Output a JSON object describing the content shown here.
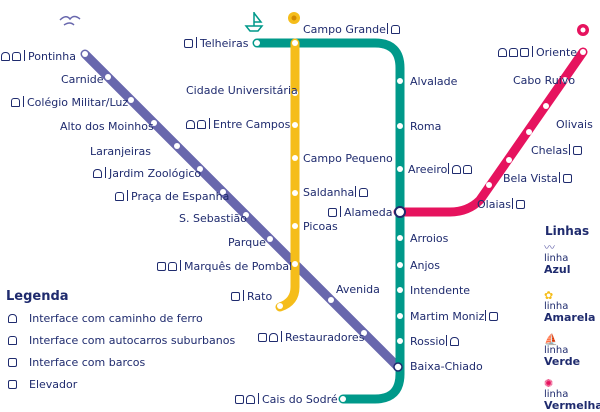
{
  "colors": {
    "blue": "#6867ad",
    "yellow": "#f5bd1a",
    "green": "#00998a",
    "red": "#e6135e",
    "text": "#1f2b6e"
  },
  "stations": {
    "ponte": "Pontinha",
    "carnide": "Carnide",
    "colegio": "Colégio Militar/Luz",
    "alto": "Alto dos Moinhos",
    "laranjeiras": "Laranjeiras",
    "jardim": "Jardim Zoológico",
    "praca": "Praça de Espanha",
    "sebastiao": "S. Sebastião",
    "parque": "Parque",
    "marques": "Marquês de Pombal",
    "avenida": "Avenida",
    "restauradores": "Restauradores",
    "baixa": "Baixa-Chiado",
    "telheiras": "Telheiras",
    "campo_grande": "Campo Grande",
    "cidade": "Cidade Universitária",
    "entre": "Entre Campos",
    "campo_pequeno": "Campo Pequeno",
    "saldanha": "Saldanha",
    "picoas": "Picoas",
    "rato": "Rato",
    "alvalade": "Alvalade",
    "roma": "Roma",
    "areeiro": "Areeiro",
    "alameda": "Alameda",
    "arroios": "Arroios",
    "anjos": "Anjos",
    "intendente": "Intendente",
    "martim": "Martim Moniz",
    "rossio": "Rossio",
    "cais": "Cais do Sodré",
    "oriente": "Oriente",
    "cabo": "Cabo Ruivo",
    "olivais": "Olivais",
    "chelas": "Chelas",
    "bela": "Bela Vista",
    "olaias": "Olaias"
  },
  "legend": {
    "title": "Legenda",
    "items": [
      "Interface com caminho de ferro",
      "Interface com autocarros suburbanos",
      "Interface com barcos",
      "Elevador"
    ]
  },
  "lines": {
    "title": "Linhas",
    "items": [
      {
        "prefix": "linha",
        "name": "Azul",
        "color": "#6867ad",
        "icon": "gull-icon"
      },
      {
        "prefix": "linha",
        "name": "Amarela",
        "color": "#f5bd1a",
        "icon": "sunflower-icon"
      },
      {
        "prefix": "linha",
        "name": "Verde",
        "color": "#00998a",
        "icon": "caravel-icon"
      },
      {
        "prefix": "linha",
        "name": "Vermelha",
        "color": "#e6135e",
        "icon": "compass-rose-icon"
      }
    ]
  }
}
